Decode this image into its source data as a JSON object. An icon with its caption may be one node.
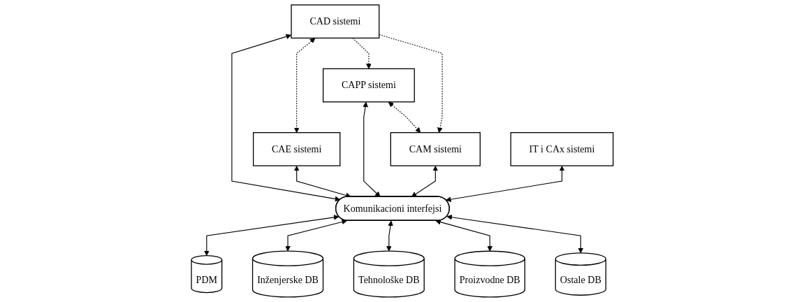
{
  "diagram": {
    "nodes": [
      {
        "text": [
          "CAD sistemi"
        ]
      },
      {
        "text": [
          "CAE sistemi"
        ]
      },
      {
        "text": [
          "CAPP sistemi"
        ]
      },
      {
        "text": [
          "CAM sistemi"
        ]
      },
      {
        "text": [
          "IT i CAx sistemi"
        ]
      },
      {
        "text": [
          "Komunikacioni interfejsi"
        ]
      },
      {
        "text": [
          "PDM"
        ]
      },
      {
        "text": [
          "Inženjerske DB"
        ]
      },
      {
        "text": [
          "Tehnološke DB"
        ]
      },
      {
        "text": [
          "Proizvodne DB"
        ]
      },
      {
        "text": [
          "Ostale DB"
        ]
      }
    ],
    "edges": [
      {
        "from": 0,
        "to": 1,
        "arrow": "both",
        "style": "dashed"
      },
      {
        "from": 2,
        "to": 3,
        "arrow": "both",
        "style": "dashed"
      },
      {
        "from": 0,
        "to": 2,
        "arrow": "to",
        "style": "dashed"
      },
      {
        "from": 0,
        "to": 3,
        "arrow": "to",
        "style": "dashed"
      },
      {
        "from": 0,
        "to": 5,
        "arrow": "both"
      },
      {
        "from": 1,
        "to": 5,
        "arrow": "both"
      },
      {
        "from": 2,
        "to": 5,
        "arrow": "both"
      },
      {
        "from": 3,
        "to": 5,
        "arrow": "both"
      },
      {
        "from": 4,
        "to": 5,
        "arrow": "both"
      },
      {
        "from": 5,
        "to": 6,
        "arrow": "both"
      },
      {
        "from": 5,
        "to": 7,
        "arrow": "both"
      },
      {
        "from": 5,
        "to": 8,
        "arrow": "both"
      },
      {
        "from": 5,
        "to": 9,
        "arrow": "both"
      },
      {
        "from": 5,
        "to": 10,
        "arrow": "both"
      }
    ]
  }
}
